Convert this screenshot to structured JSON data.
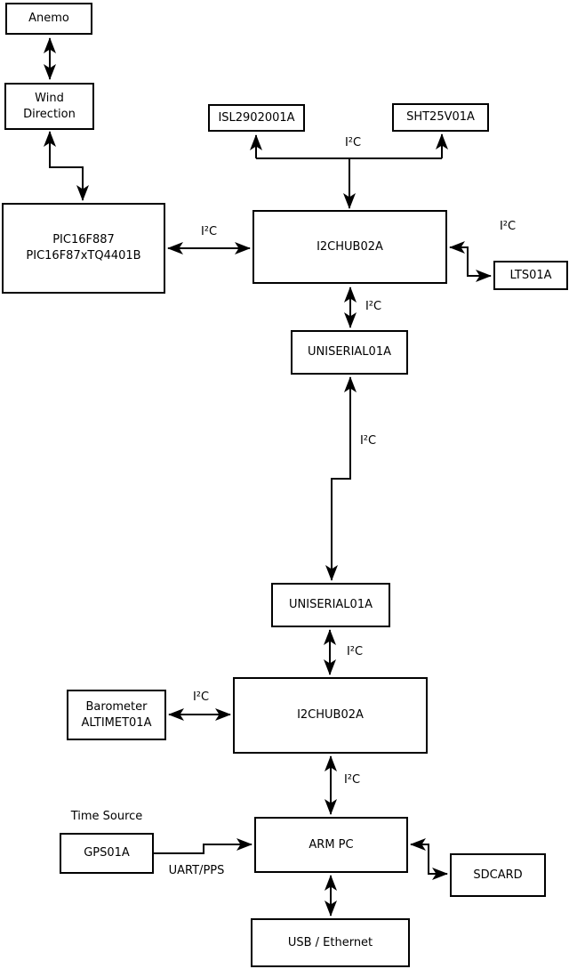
{
  "diagram": {
    "colors": {
      "background": "#ffffff",
      "line": "#000000",
      "box_fill": "#ffffff",
      "box_border": "#000000",
      "text": "#000000"
    },
    "nodes": {
      "anemo": {
        "label": "Anemo"
      },
      "wind_direction": {
        "line1": "Wind",
        "line2": "Direction"
      },
      "pic": {
        "line1": "PIC16F887",
        "line2": "PIC16F87xTQ4401B"
      },
      "isl": {
        "label": "ISL2902001A"
      },
      "sht": {
        "label": "SHT25V01A"
      },
      "hub_top": {
        "label": "I2CHUB02A"
      },
      "lts": {
        "label": "LTS01A"
      },
      "uniserial_top": {
        "label": "UNISERIAL01A"
      },
      "uniserial_bottom": {
        "label": "UNISERIAL01A"
      },
      "barometer": {
        "line1": "Barometer",
        "line2": "ALTIMET01A"
      },
      "hub_bottom": {
        "label": "I2CHUB02A"
      },
      "gps": {
        "label": "GPS01A"
      },
      "arm_pc": {
        "label": "ARM PC"
      },
      "sdcard": {
        "label": "SDCARD"
      },
      "usb_ethernet": {
        "label": "USB / Ethernet"
      }
    },
    "edge_labels": {
      "i2c_sensors_bus": "I²C",
      "i2c_pic_hub": "I²C",
      "i2c_hub_lts": "I²C",
      "i2c_hub_uniserial": "I²C",
      "i2c_uniserial_link": "I²C",
      "i2c_uniserial_hub2": "I²C",
      "i2c_barometer_hub2": "I²C",
      "i2c_hub2_armpc": "I²C",
      "uart_pps": "UART/PPS",
      "time_source": "Time Source"
    }
  }
}
